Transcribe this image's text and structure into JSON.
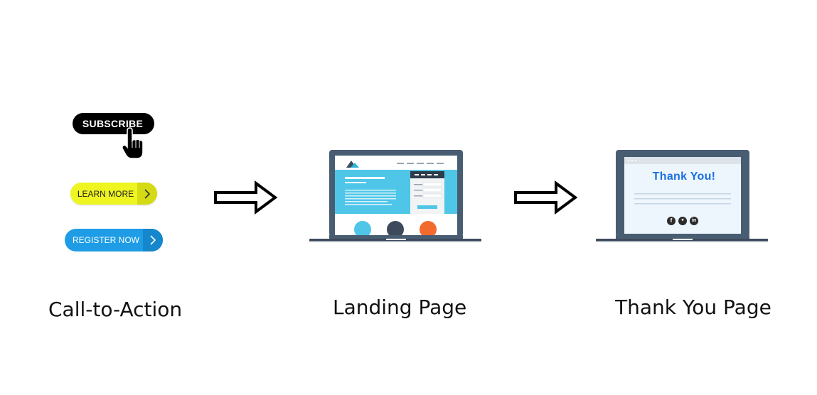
{
  "cta": {
    "subscribe_label": "SUBSCRIBE",
    "learn_more_label": "LEARN MORE",
    "register_now_label": "REGISTER NOW"
  },
  "thank_you_page": {
    "headline": "Thank You!",
    "social_icons": [
      "facebook-icon",
      "twitter-icon",
      "linkedin-icon"
    ]
  },
  "captions": {
    "cta": "Call-to-Action",
    "landing": "Landing Page",
    "thank_you": "Thank You Page"
  },
  "colors": {
    "learn_more": "#eef521",
    "register_now": "#1e9de6",
    "landing_screen": "#4fc6e8",
    "thank_you_text": "#1a6fe0",
    "laptop_frame": "#495d72"
  }
}
